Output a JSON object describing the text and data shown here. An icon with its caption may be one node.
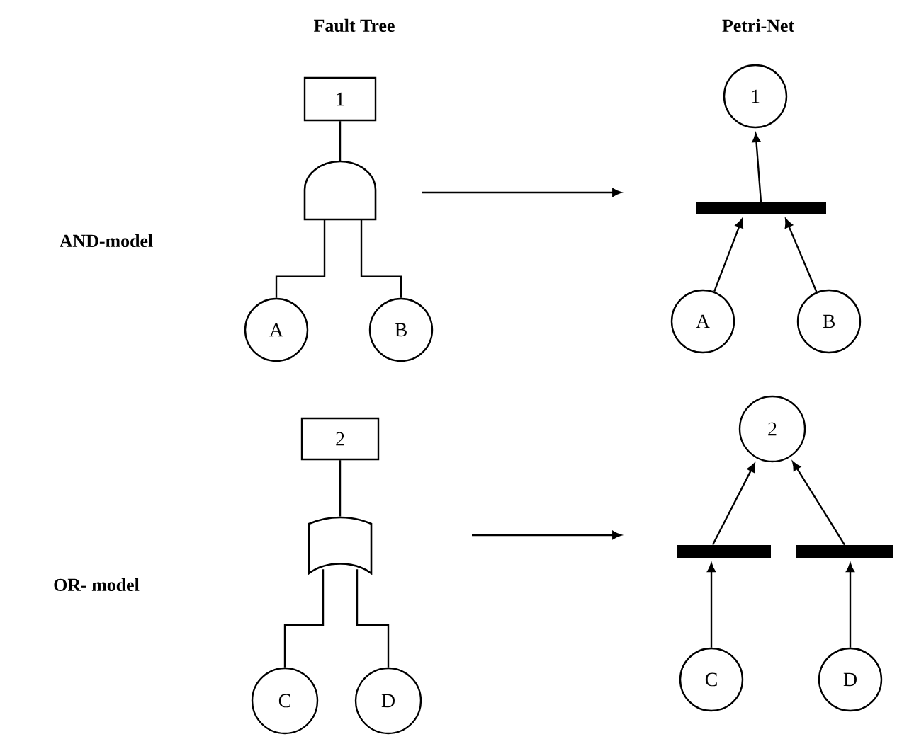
{
  "diagram": {
    "nodes": [
      {
        "text": [
          "1"
        ]
      },
      {
        "text": [],
        "shape": "and-gate"
      },
      {
        "text": [
          "A"
        ]
      },
      {
        "text": [
          "B"
        ]
      },
      {
        "text": [
          "2"
        ]
      },
      {
        "text": [],
        "shape": "or-gate"
      },
      {
        "text": [
          "C"
        ]
      },
      {
        "text": [
          "D"
        ]
      },
      {
        "text": [
          "1"
        ]
      },
      {
        "text": [],
        "shape": "bar"
      },
      {
        "text": [
          "A"
        ]
      },
      {
        "text": [
          "B"
        ]
      },
      {
        "text": [
          "2"
        ]
      },
      {
        "text": [],
        "shape": "bar"
      },
      {
        "text": [],
        "shape": "bar"
      },
      {
        "text": [
          "C"
        ]
      },
      {
        "text": [
          "D"
        ]
      }
    ],
    "edges": [
      {
        "from": 0,
        "to": 1,
        "arrow": "none"
      },
      {
        "from": 2,
        "to": 1,
        "arrow": "none"
      },
      {
        "from": 3,
        "to": 1,
        "arrow": "none"
      },
      {
        "from": 4,
        "to": 5,
        "arrow": "none"
      },
      {
        "from": 6,
        "to": 5,
        "arrow": "none"
      },
      {
        "from": 7,
        "to": 5,
        "arrow": "none"
      },
      {
        "from": 10,
        "to": 9,
        "arrow": "to"
      },
      {
        "from": 11,
        "to": 9,
        "arrow": "to"
      },
      {
        "from": 9,
        "to": 8,
        "arrow": "to"
      },
      {
        "from": 13,
        "to": 12,
        "arrow": "to"
      },
      {
        "from": 14,
        "to": 12,
        "arrow": "to"
      },
      {
        "from": 15,
        "to": 13,
        "arrow": "to"
      },
      {
        "from": 16,
        "to": 14,
        "arrow": "to"
      }
    ],
    "labels": [
      "Fault Tree",
      "Petri-Net",
      "AND-model",
      "OR- model"
    ]
  }
}
